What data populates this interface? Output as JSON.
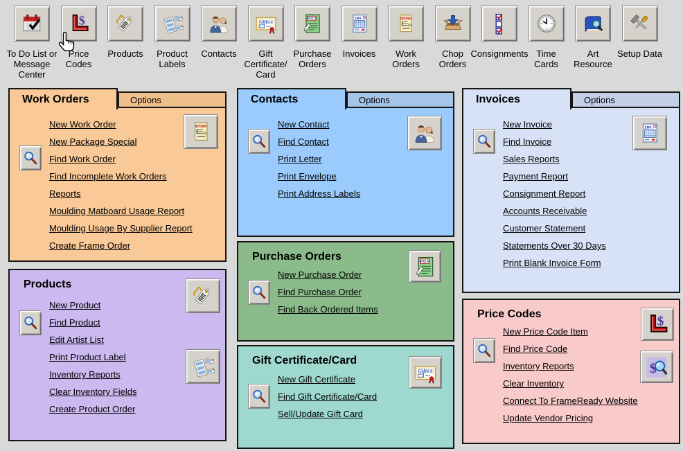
{
  "toolbar": {
    "items": [
      {
        "label": "To Do List or\nMessage\nCenter",
        "icon": "todo-calendar-icon"
      },
      {
        "label": "Price\nCodes",
        "icon": "price-codes-icon"
      },
      {
        "label": "Products",
        "icon": "products-tag-icon"
      },
      {
        "label": "Product\nLabels",
        "icon": "product-labels-icon"
      },
      {
        "label": "Contacts",
        "icon": "contacts-icon"
      },
      {
        "label": "Gift\nCertificate/\nCard",
        "icon": "gift-certificate-icon"
      },
      {
        "label": "Purchase\nOrders",
        "icon": "purchase-orders-icon"
      },
      {
        "label": "Invoices",
        "icon": "invoices-icon"
      },
      {
        "label": "Work\nOrders",
        "icon": "work-orders-icon"
      },
      {
        "label": "Chop\nOrders",
        "icon": "chop-orders-icon"
      },
      {
        "label": "Consignments",
        "icon": "consignments-icon"
      },
      {
        "label": "Time\nCards",
        "icon": "time-cards-icon"
      },
      {
        "label": "Art\nResource",
        "icon": "art-resource-icon"
      },
      {
        "label": "Setup Data",
        "icon": "setup-data-icon"
      }
    ]
  },
  "panels": {
    "work_orders": {
      "title": "Work Orders",
      "options_tab": "Options",
      "links": [
        "New Work Order",
        "New Package Special",
        "Find Work Order",
        "Find Incomplete Work Orders",
        "Reports",
        "Moulding Matboard Usage Report",
        "Moulding Usage By Supplier Report",
        "Create Frame Order"
      ]
    },
    "products": {
      "title": "Products",
      "links": [
        "New Product",
        "Find Product",
        "Edit Artist List",
        "Print Product Label",
        "Inventory Reports",
        "Clear Inventory Fields",
        "Create Product Order"
      ]
    },
    "contacts": {
      "title": "Contacts",
      "options_tab": "Options",
      "links": [
        "New Contact",
        "Find Contact",
        "Print Letter",
        "Print Envelope",
        "Print Address Labels"
      ]
    },
    "purchase_orders": {
      "title": "Purchase Orders",
      "links": [
        "New Purchase Order",
        "Find Purchase Order",
        "Find Back Ordered Items"
      ]
    },
    "gift_certificate": {
      "title": "Gift Certificate/Card",
      "links": [
        "New Gift Certificate",
        "Find Gift Certificate/Card",
        "Sell/Update Gift Card"
      ]
    },
    "invoices": {
      "title": "Invoices",
      "options_tab": "Options",
      "links": [
        "New Invoice",
        "Find Invoice",
        "Sales Reports",
        "Payment Report",
        "Consignment Report",
        "Accounts Receivable",
        "Customer Statement",
        "Statements Over 30 Days",
        "Print Blank Invoice Form"
      ]
    },
    "price_codes": {
      "title": "Price Codes",
      "links": [
        "New Price Code Item",
        "Find Price Code",
        "Inventory Reports",
        "Clear Inventory",
        "Connect To FrameReady Website",
        "Update Vendor Pricing"
      ]
    }
  },
  "colors": {
    "page_bg": "#d9d9d9",
    "button_bg": "#d5d2cb",
    "work_orders_bg": "#f9c997",
    "work_orders_tab": "#f0c08c",
    "products_bg": "#ccb9ef",
    "contacts_bg": "#9bcbfc",
    "contacts_tab": "#a4c4e8",
    "purchase_bg": "#8bbb8b",
    "gift_bg": "#9ed8ce",
    "invoices_bg": "#d8e2f7",
    "invoices_tab": "#c4d0e6",
    "price_bg": "#f9caca",
    "link_color": "#000000"
  }
}
